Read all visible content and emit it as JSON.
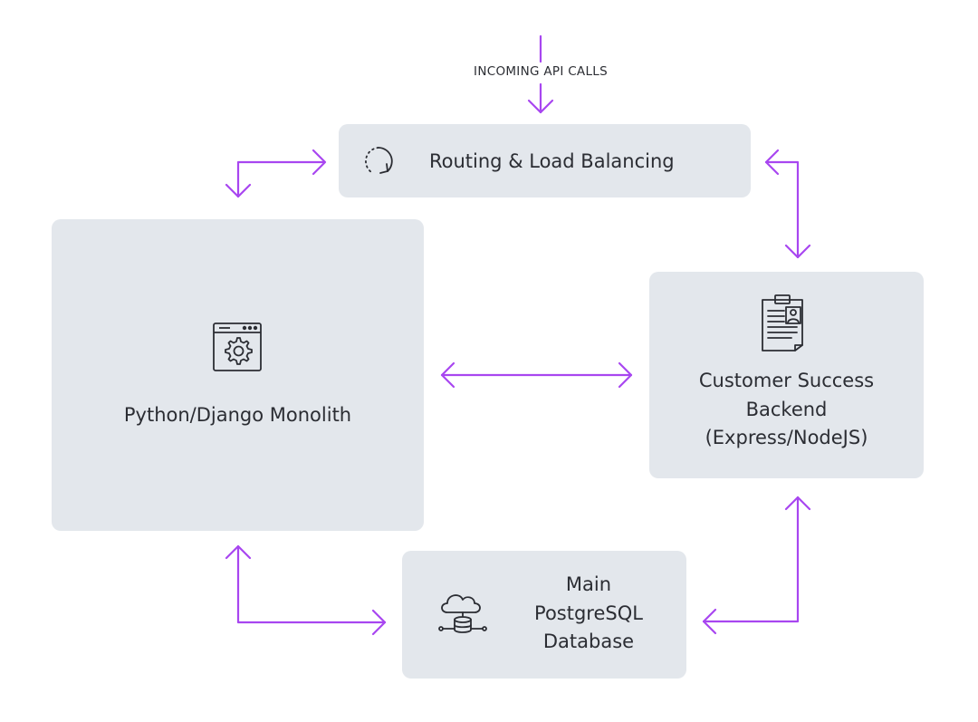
{
  "diagram": {
    "incoming_label": "INCOMING API CALLS",
    "routing_label": "Routing & Load Balancing",
    "monolith_label": "Python/Django Monolith",
    "customer_lines": [
      "Customer Success",
      "Backend",
      "(Express/NodeJS)"
    ],
    "database_lines": [
      "Main",
      "PostgreSQL",
      "Database"
    ],
    "colors": {
      "arrow": "#a846f0",
      "box": "#e3e7ec",
      "text": "#2b2d33"
    },
    "icons": {
      "routing": "circular-refresh-icon",
      "monolith": "browser-gear-icon",
      "customer": "clipboard-profile-icon",
      "database": "cloud-database-icon"
    }
  }
}
